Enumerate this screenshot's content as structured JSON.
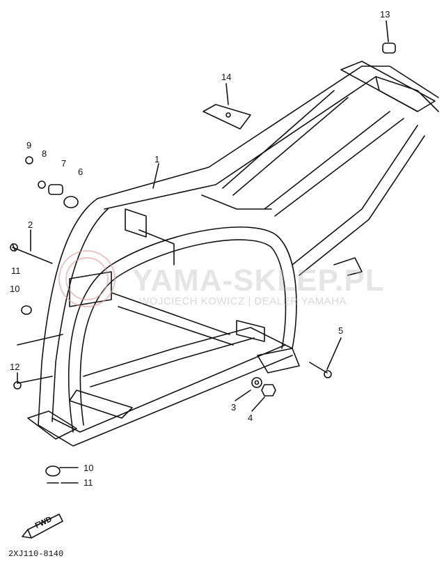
{
  "diagram": {
    "part_numbers": [
      "1",
      "2",
      "3",
      "4",
      "5",
      "6",
      "7",
      "8",
      "9",
      "10",
      "11",
      "12",
      "13",
      "14"
    ],
    "lower_labels": [
      "10",
      "11"
    ],
    "left_labels": [
      "11",
      "10"
    ],
    "direction_label": "FWD",
    "drawing_code": "2XJ110-8140"
  },
  "watermark": {
    "main": "YAMA-SKLEP.PL",
    "sub": "WOJCIECH KOWICZ | DEALER YAMAHA"
  },
  "colors": {
    "line": "#111111",
    "watermark": "#d9a0a0"
  }
}
